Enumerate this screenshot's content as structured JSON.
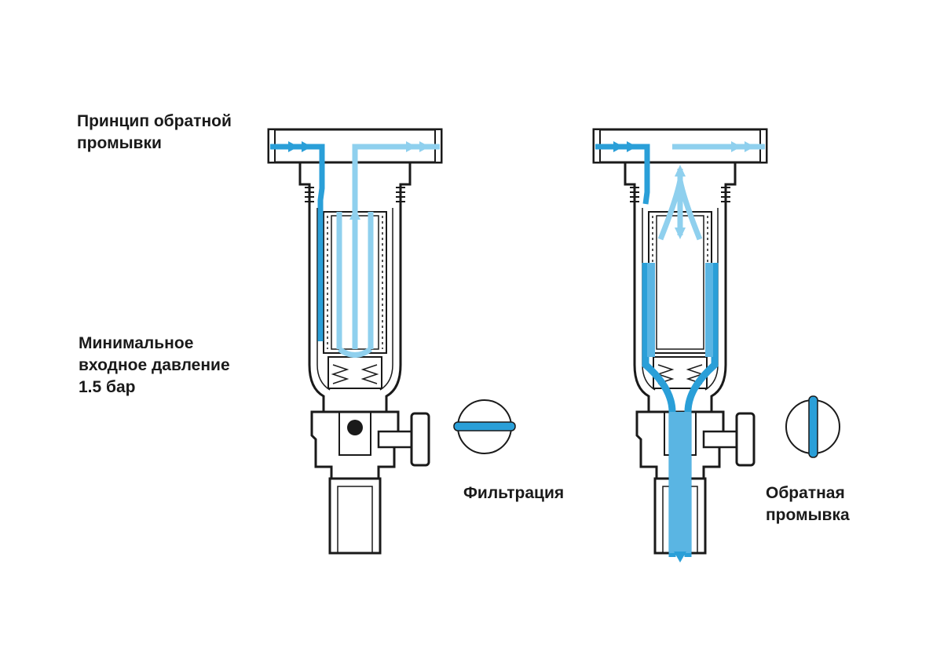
{
  "labels": {
    "title_line1": "Принцип обратной",
    "title_line2": "промывки",
    "pressure_line1": "Минимальное",
    "pressure_line2": "входное давление",
    "pressure_line3": "1.5 бар",
    "filtration": "Фильтрация",
    "backwash_line1": "Обратная",
    "backwash_line2": "промывка"
  },
  "colors": {
    "water_dark": "#2a9fd8",
    "water_light": "#8fd0ee",
    "outline": "#1a1a1a",
    "body_fill": "#ffffff"
  },
  "valve_positions": {
    "filtration": "horizontal",
    "backwash": "vertical"
  }
}
